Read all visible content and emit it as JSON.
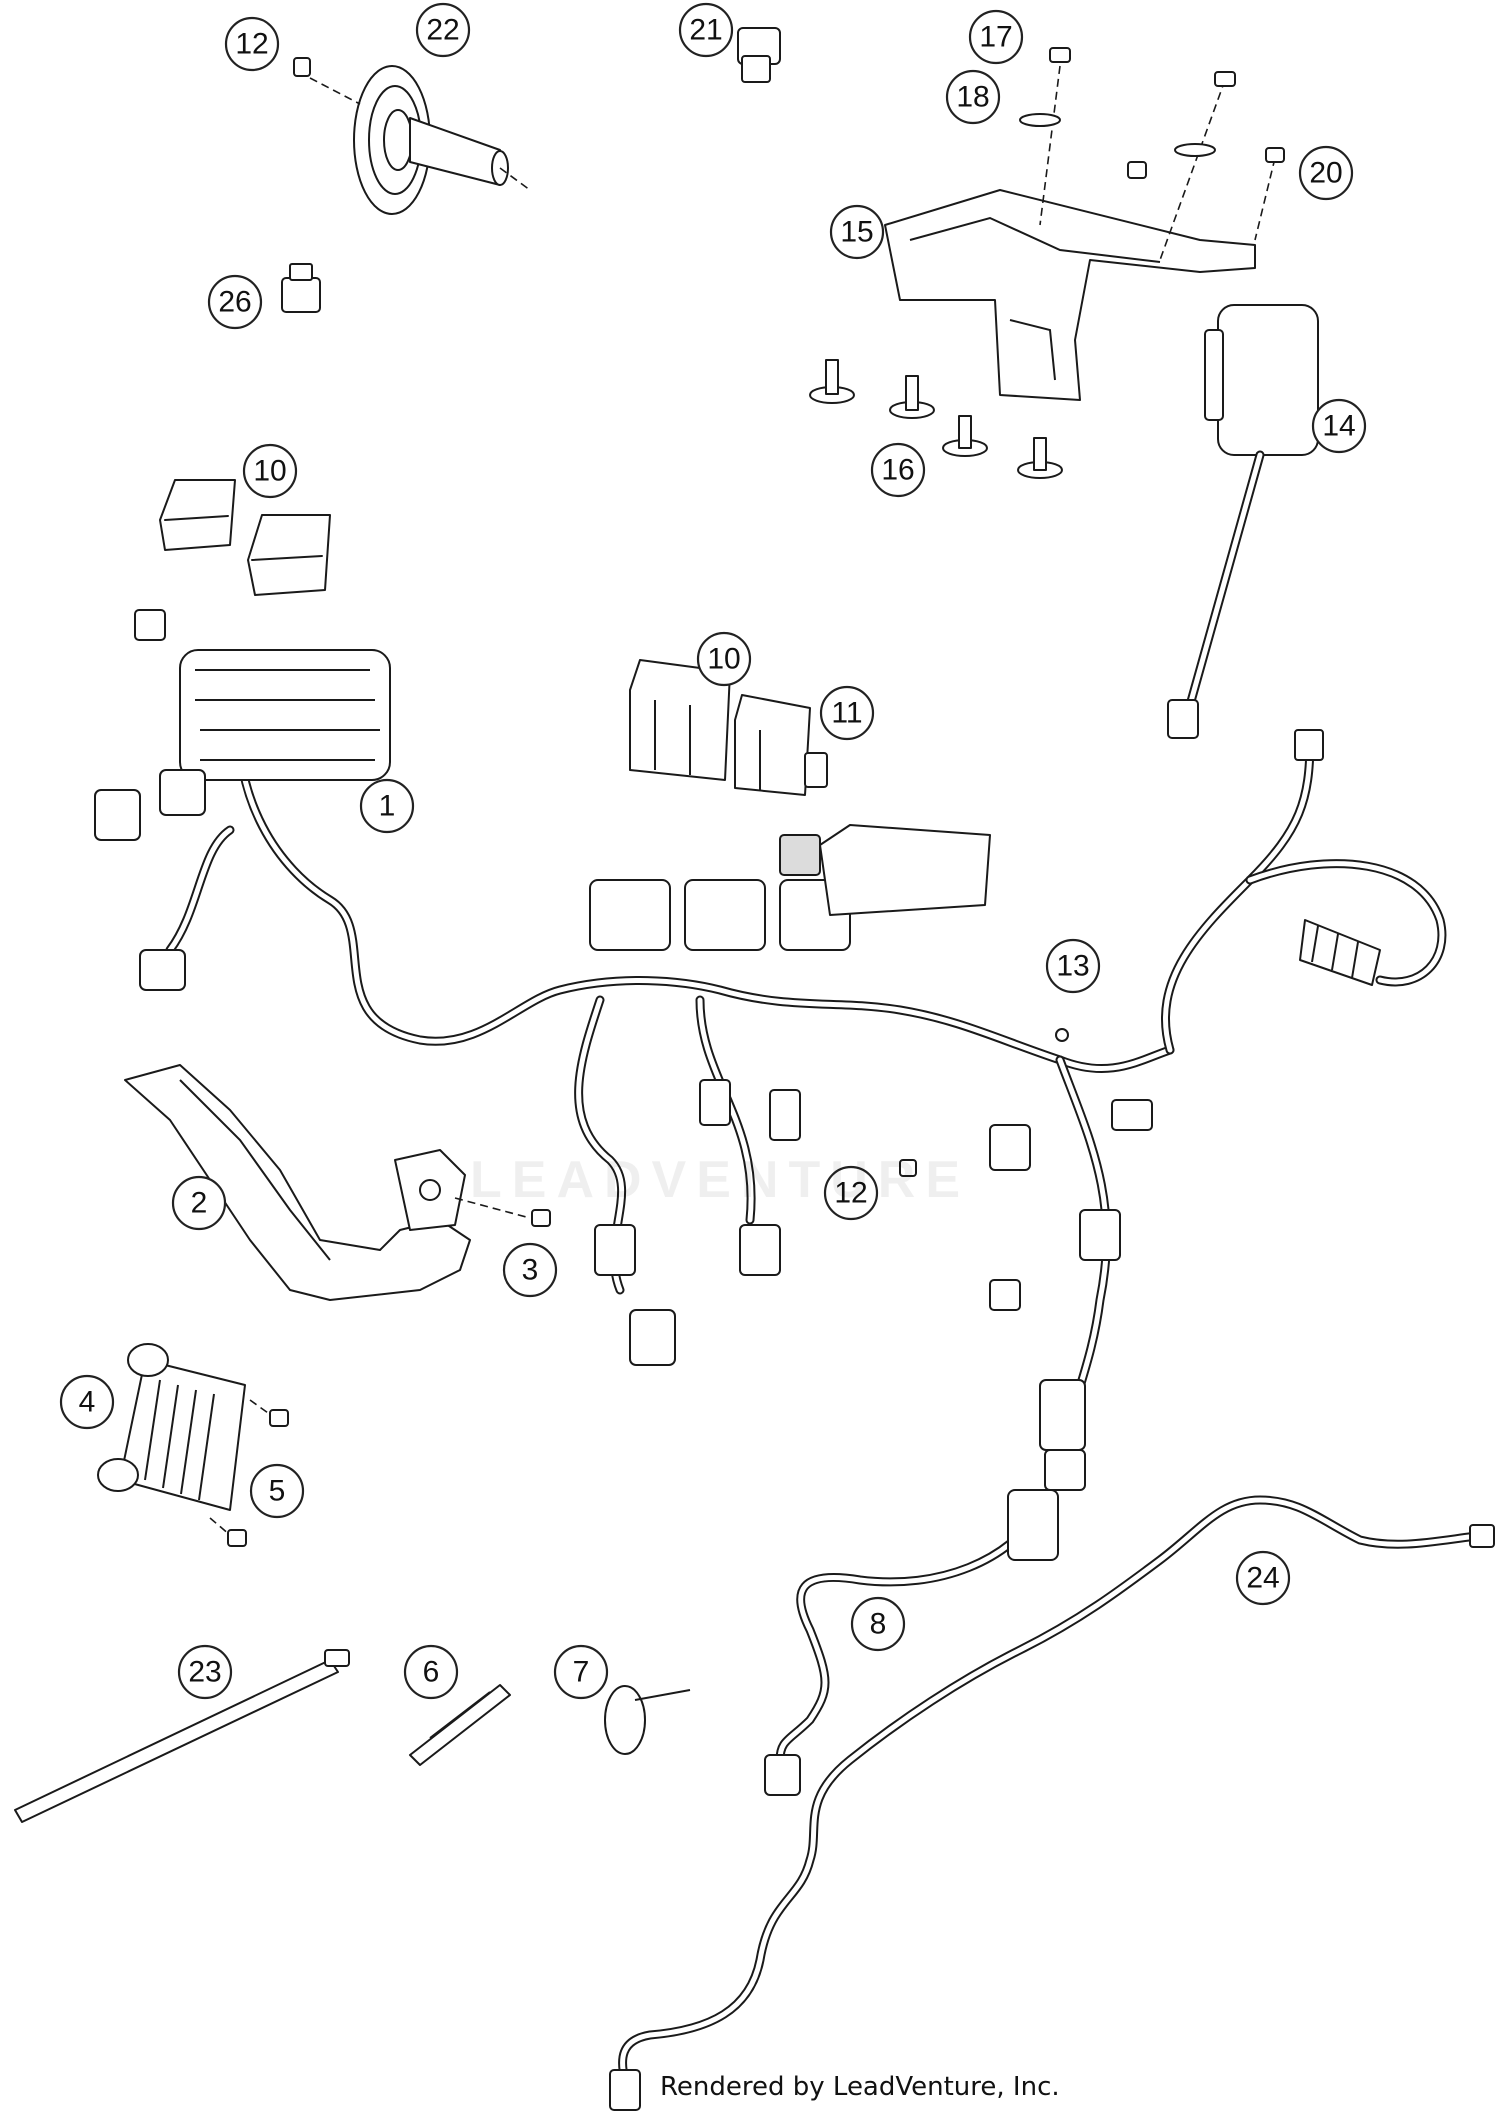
{
  "diagram": {
    "callouts": [
      "12",
      "22",
      "21",
      "17",
      "18",
      "20",
      "15",
      "26",
      "14",
      "16",
      "10",
      "10",
      "11",
      "1",
      "13",
      "2",
      "3",
      "12",
      "4",
      "5",
      "24",
      "8",
      "23",
      "6",
      "7"
    ]
  },
  "watermark": "LEADVENTURE",
  "credit": "Rendered by LeadVenture, Inc."
}
